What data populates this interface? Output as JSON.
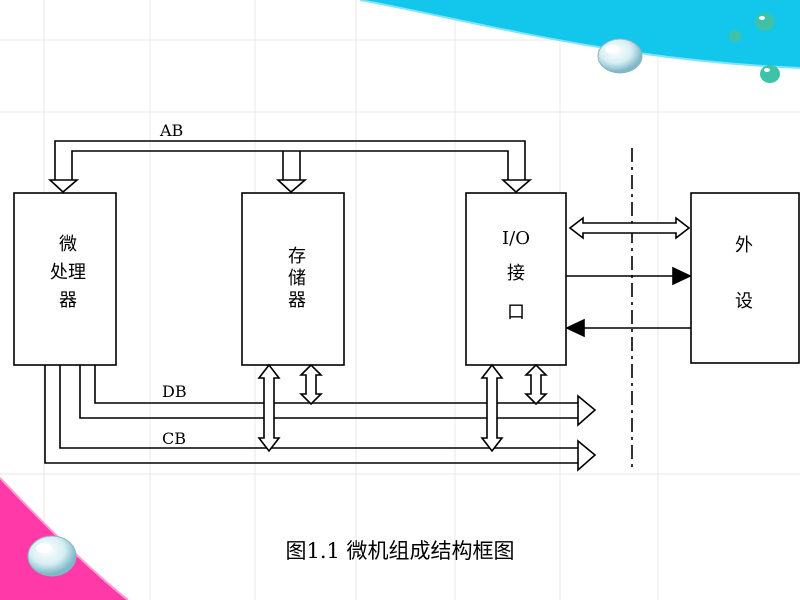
{
  "diagram": {
    "bus_labels": {
      "address": "AB",
      "data": "DB",
      "control": "CB"
    },
    "blocks": {
      "cpu": [
        "微",
        "处理",
        "器"
      ],
      "memory": [
        "存",
        "储",
        "器"
      ],
      "io": [
        "I/O",
        "接",
        "口"
      ],
      "peripheral": [
        "外",
        "设"
      ]
    }
  },
  "caption": "图1.1  微机组成结构框图",
  "colors": {
    "accent_cyan": "#12c6ec",
    "accent_pink": "#ff3aa8",
    "grid": "#e6e6e6"
  }
}
